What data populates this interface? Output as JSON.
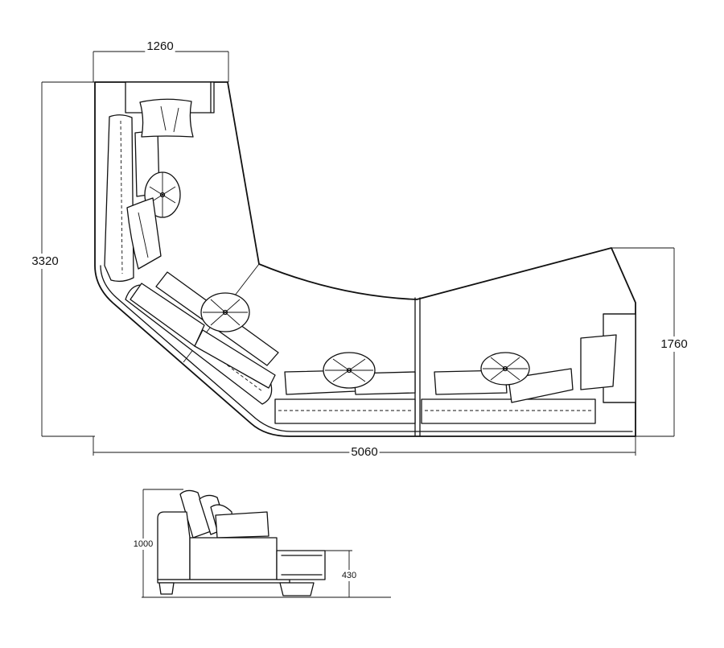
{
  "dimensions": {
    "top_width": "1260",
    "overall_height": "3320",
    "right_height": "1760",
    "overall_width": "5060",
    "side_height": "1000",
    "seat_height": "430"
  }
}
